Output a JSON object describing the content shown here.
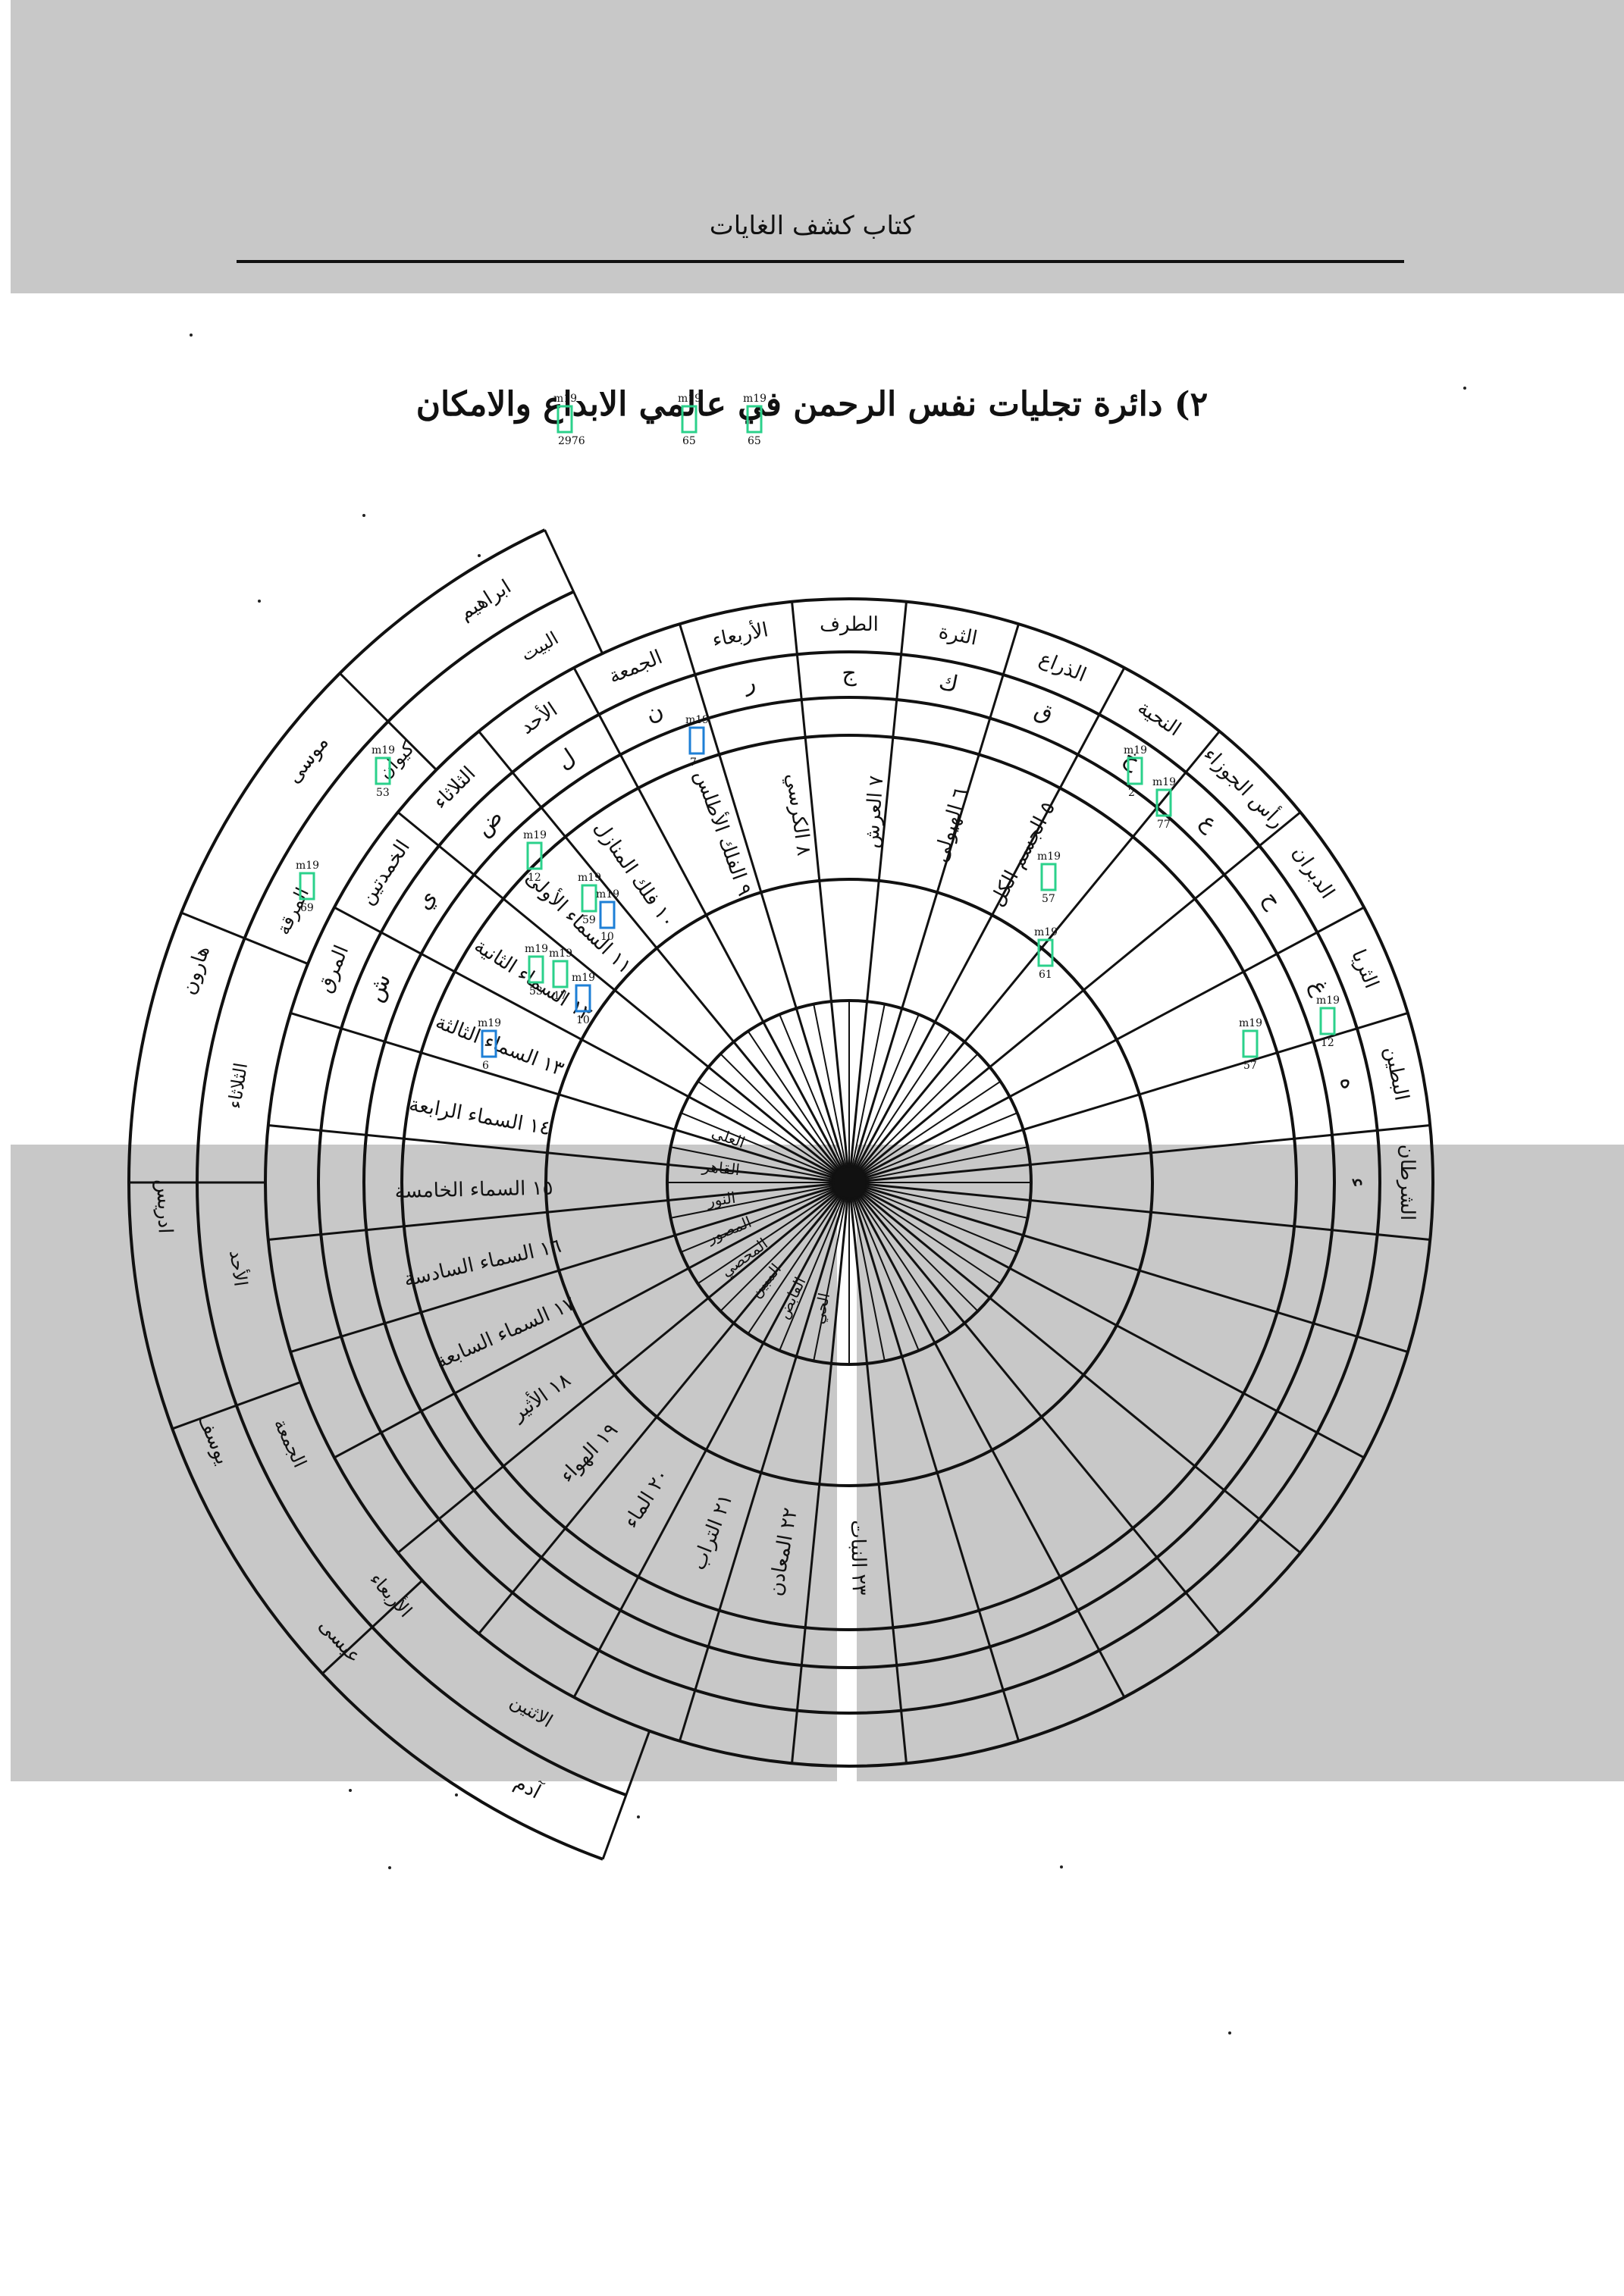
{
  "page": {
    "running_head": "كتاب كشف الغايات",
    "figure_title": "٢) دائرة تجليات نفس الرحمن في عالمي الابداع والامكان"
  },
  "diagram": {
    "outer_ring": [
      "الطرف",
      "الثرة",
      "الذراع",
      "النحية",
      "رأس الجوزاء",
      "الدبران",
      "الثريا",
      "البطين",
      "الشرطان",
      "",
      "",
      "",
      "",
      "",
      "",
      "",
      "",
      "",
      "",
      "",
      "",
      "",
      "",
      "",
      "",
      "",
      "المرق",
      "الخمدتين",
      "الثلاثاء",
      "الأحد",
      "الجمعة",
      "الأربعاء"
    ],
    "letter_ring": [
      "ج",
      "ك",
      "ق",
      "خ",
      "ع",
      "ح",
      "غ",
      "ه",
      "ء",
      "",
      "",
      "",
      "",
      "",
      "",
      "",
      "",
      "",
      "",
      "",
      "",
      "",
      "",
      "",
      "",
      "",
      "ش",
      "ي",
      "ض",
      "ل",
      "ن",
      "ر"
    ],
    "spheres": [
      {
        "num": "١٠",
        "label": "فلك المنازل"
      },
      {
        "num": "١١",
        "label": "السماء الأولى"
      },
      {
        "num": "١٢",
        "label": "السماء الثانية"
      },
      {
        "num": "١٣",
        "label": "السماء الثالثة"
      },
      {
        "num": "١٤",
        "label": "السماء الرابعة"
      },
      {
        "num": "١٥",
        "label": "السماء الخامسة"
      },
      {
        "num": "١٦",
        "label": "السماء السادسة"
      },
      {
        "num": "١٧",
        "label": "السماء السابعة"
      },
      {
        "num": "١٨",
        "label": "الأثير"
      },
      {
        "num": "١٩",
        "label": "الهواء"
      },
      {
        "num": "٢٠",
        "label": "الماء"
      },
      {
        "num": "٢١",
        "label": "التراب"
      },
      {
        "num": "٢٢",
        "label": "المعادن"
      },
      {
        "num": "٢٣",
        "label": "النبات"
      }
    ],
    "inner_ring": [
      "٩ الفلك الأطلس",
      "٨ الكرسي",
      "٧ العرش",
      "٦ الهيولى",
      "٥ الجسم الكل"
    ],
    "hub": [
      "العلي",
      "القاهر",
      "النور",
      "المصور",
      "المحصي",
      "المبين",
      "القابض",
      "الحي"
    ],
    "prophets": [
      "ابراهيم",
      "موسى",
      "هارون",
      "ادريس",
      "يوسف",
      "عيسى",
      "آدم"
    ],
    "planets": [
      "البيت",
      "كيوان",
      "المرقة",
      "الثلاثاء",
      "الأحد",
      "الجمعة",
      "الأربعاء",
      "الاثنين"
    ],
    "annotations": [
      {
        "tag": "m19",
        "value": "2976"
      },
      {
        "tag": "m19",
        "value": "65"
      },
      {
        "tag": "m19",
        "value": "65"
      },
      {
        "tag": "m19",
        "value": "7"
      },
      {
        "tag": "m19",
        "value": "53"
      },
      {
        "tag": "m19",
        "value": "12"
      },
      {
        "tag": "m19",
        "value": "59"
      },
      {
        "tag": "m19",
        "value": "10"
      },
      {
        "tag": "m19",
        "value": "53"
      },
      {
        "tag": "m19",
        "value": "17"
      },
      {
        "tag": "m19",
        "value": "10"
      },
      {
        "tag": "m19",
        "value": "6"
      },
      {
        "tag": "m19",
        "value": "69"
      },
      {
        "tag": "m19",
        "value": "2"
      },
      {
        "tag": "m19",
        "value": "77"
      },
      {
        "tag": "m19",
        "value": "57"
      },
      {
        "tag": "m19",
        "value": "61"
      },
      {
        "tag": "m19",
        "value": "57"
      },
      {
        "tag": "m19",
        "value": "12"
      }
    ],
    "colors": {
      "box_green": "#2bd18b",
      "box_blue": "#1e7fd6",
      "value_red": "#d86a5a"
    }
  }
}
